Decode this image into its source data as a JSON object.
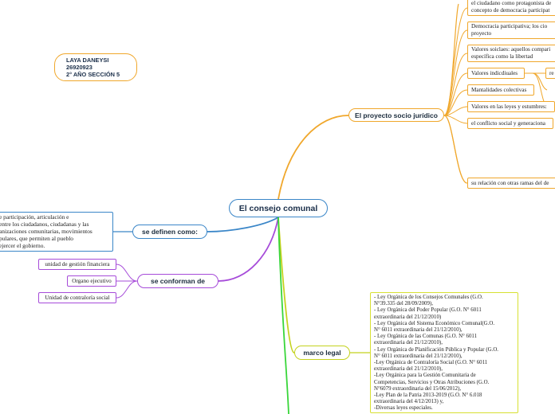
{
  "central": {
    "label": "El consejo comunal"
  },
  "author": {
    "text": "LAYA DANEYSI\n26920923\n2° AÑO SECCIÓN 5"
  },
  "topics": {
    "proyecto": "El proyecto socio jurídico",
    "definen": "se definen como:",
    "conforman": "se conforman de",
    "marco": "marco legal"
  },
  "proyecto_items": [
    "el ciudadano como protagonista de\nconcepto de democracia participat",
    "Democracia participativa; los cio\nproyecto",
    "Valores soiclaes: aquellos compari\nespecífica como la libertad",
    "Valores indicdiuales",
    "Mantalidades colectivas",
    "Valores en las leyes y estumbres:",
    "el conflicto social y generaciona",
    "su relación con otras ramas del de"
  ],
  "proyecto_subitem": "re",
  "definen_text": "e participación, articulación e\nentre los ciudadanos, ciudadanas y las\nanizaciones comunitarias, movimientos\npulares, que permiten al pueblo\nejercer el gobierno.",
  "conforman_items": [
    "unidad de gestión financiera",
    "Organo ejecutivo",
    "Unidad de contraloría social"
  ],
  "marco_text": "- Ley Orgánica de los Consejos Comunales (G.O.\nN°39.335 del 28/09/2009),\n- Ley Orgánica del Poder Popular (G.O. N° 6011\nextraordinaria del 21/12/2010)\n- Ley Orgánica del Sistema Económico Comunal(G.O.\nN° 6011 extraordinaria del     21/12/2010),\n- Ley Orgánica de las Comunas (G.O. N° 6011\nextraordinaria del 21/12/2010),\n- Ley Orgánica de Planificación Pública y Popular (G.O.\nN° 6011 extraordinaria del 21/12/2010),\n-Ley Orgánica de Contraloría Social (G.O. N° 6011\nextraordinaria del 21/12/2010),\n-Ley Orgánica para la Gestión Comunitaria de\nCompetencias, Servicios y Otras Atribuciones (G.O.\nN°6079 extraordinaria del 15/06/2012),\n-Ley Plan de la Patria 2013-2019 (G.O. N° 6.018\nextraordinaria del 4/12/2013) y,\n-Diversas leyes especiales.",
  "colors": {
    "central": "#3a86c8",
    "proyecto": "#f0a72b",
    "definen": "#3a86c8",
    "conforman": "#a64bd9",
    "marco": "#c4d21e",
    "down": "#39d63a"
  }
}
